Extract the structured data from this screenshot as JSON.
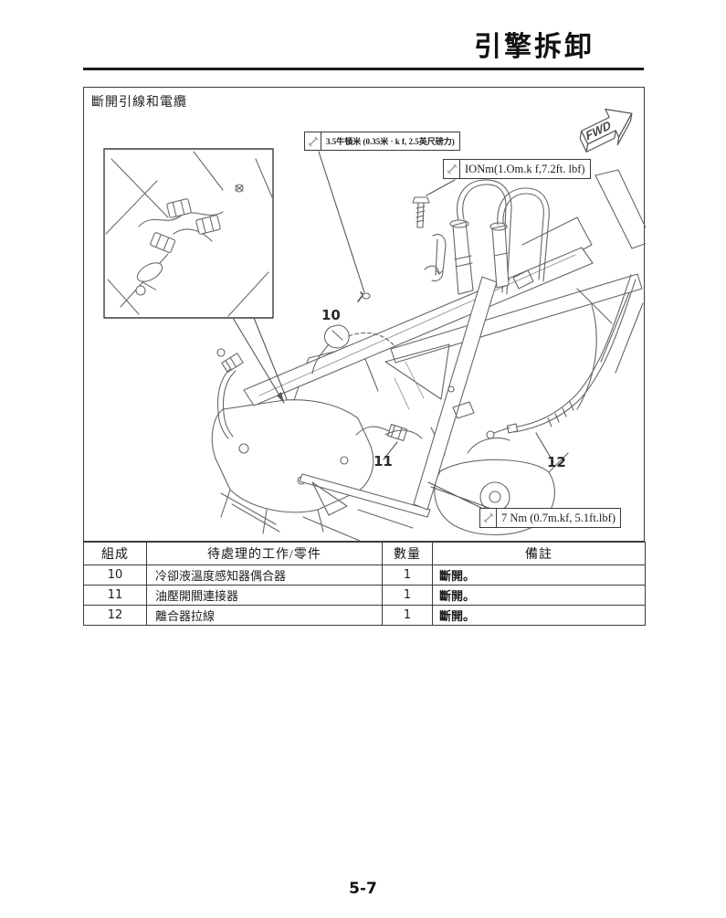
{
  "header": {
    "title": "引擎拆卸"
  },
  "figure": {
    "title": "斷開引線和電纜",
    "fwd_label": "FWD",
    "torque_labels": [
      {
        "name": "coolant-sensor-torque",
        "text": "3.5牛頓米 (0.35米 · k f, 2.5英尺磅力)"
      },
      {
        "name": "spark-plug-lead-bolt-torque",
        "text": "IONm(1.Om.k f,7.2ft. lbf)"
      },
      {
        "name": "oil-switch-torque",
        "text": "7 Nm (0.7m.kf,  5.1ft.lbf)"
      }
    ],
    "callouts": [
      "10",
      "11",
      "12"
    ]
  },
  "table": {
    "headers": [
      "組成",
      "待處理的工作/零件",
      "數量",
      "備註"
    ],
    "rows": [
      {
        "no": "10",
        "part": "冷卻液溫度感知器偶合器",
        "qty": "1",
        "remark": "斷開。"
      },
      {
        "no": "11",
        "part": "油壓開關連接器",
        "qty": "1",
        "remark": "斷開。"
      },
      {
        "no": "12",
        "part": "離合器拉線",
        "qty": "1",
        "remark": "斷開。"
      }
    ]
  },
  "footer": {
    "page_number": "5-7"
  }
}
